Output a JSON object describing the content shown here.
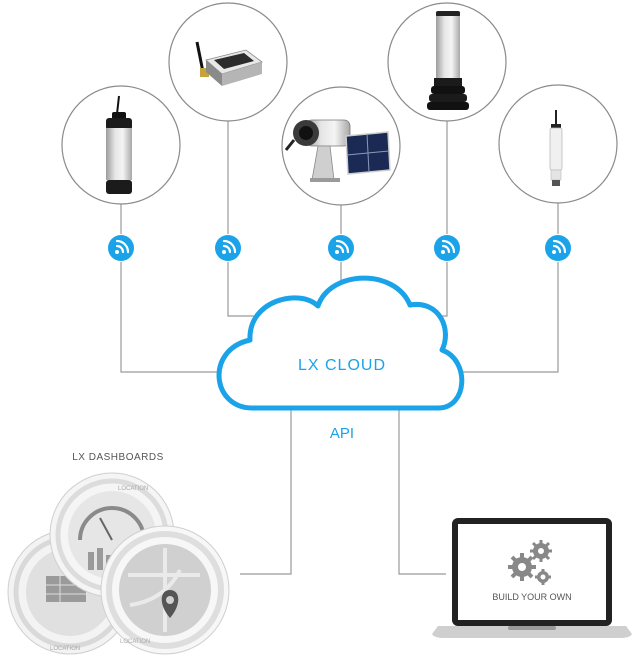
{
  "cloud": {
    "label": "LX CLOUD"
  },
  "api": {
    "label": "API"
  },
  "dashboards": {
    "title": "LX DASHBOARDS",
    "ring_label": "LOCATION"
  },
  "laptop": {
    "label": "BUILD YOUR OWN"
  },
  "devices": [
    {
      "icon": "sensor-probe-icon"
    },
    {
      "icon": "gateway-box-icon"
    },
    {
      "icon": "solar-station-icon"
    },
    {
      "icon": "tall-sensor-icon"
    },
    {
      "icon": "slim-sensor-icon"
    }
  ],
  "colors": {
    "accent": "#1aa3e8",
    "line": "#9a9a9a",
    "circle": "#8a8a8a"
  }
}
